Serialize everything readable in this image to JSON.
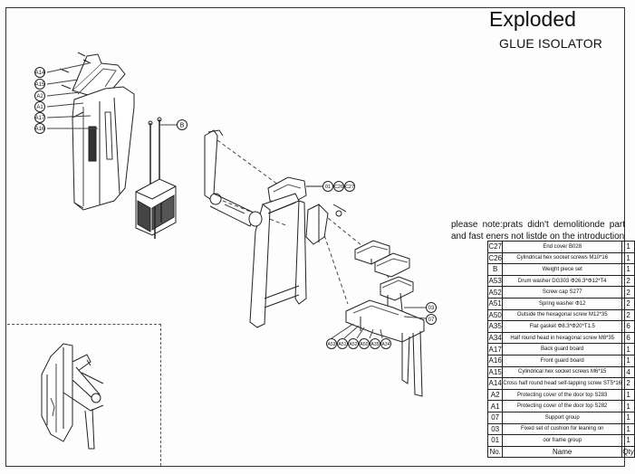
{
  "title": "Exploded",
  "subtitle": "GLUE ISOLATOR",
  "note": "please note:prats didn't demolitionde part and fast eners not listde on the introduction",
  "callouts_left": [
    "A14",
    "A15",
    "A2",
    "A1",
    "A17",
    "A16"
  ],
  "callout_weight": "B",
  "callouts_top": [
    "01",
    "C26",
    "C27"
  ],
  "callouts_right": [
    "03",
    "07"
  ],
  "callouts_bottom": [
    "A53",
    "A51",
    "A52",
    "A50",
    "A35",
    "A34"
  ],
  "parts_table": {
    "rows": [
      {
        "no": "C27",
        "name": "End cover B028",
        "qty": "1"
      },
      {
        "no": "C26",
        "name": "Cylindrical hex socket screws M10*16",
        "qty": "1"
      },
      {
        "no": "B",
        "name": "Weight piece set",
        "qty": "1"
      },
      {
        "no": "A53",
        "name": "Drum washer DG303 Φ26.3*Φ12*T4",
        "qty": "2"
      },
      {
        "no": "A52",
        "name": "Screw cap S277",
        "qty": "2"
      },
      {
        "no": "A51",
        "name": "Spring washer Φ12",
        "qty": "2"
      },
      {
        "no": "A50",
        "name": "Outside the hexagonal screw M12*35",
        "qty": "2"
      },
      {
        "no": "A35",
        "name": "Flat gasket Φ8.3*Φ20*T1.5",
        "qty": "6"
      },
      {
        "no": "A34",
        "name": "Half round head in hexagonal screw M8*35",
        "qty": "6"
      },
      {
        "no": "A17",
        "name": "Back guard board",
        "qty": "1"
      },
      {
        "no": "A16",
        "name": "Front guard board",
        "qty": "1"
      },
      {
        "no": "A15",
        "name": "Cylindrical hex socket screws M6*15",
        "qty": "4"
      },
      {
        "no": "A14",
        "name": "Cross half round head self-tapping screw ST5*16",
        "qty": "2"
      },
      {
        "no": "A2",
        "name": "Protecting cover of the door top S283",
        "qty": "1"
      },
      {
        "no": "A1",
        "name": "Protecting cover of the door top S282",
        "qty": "1"
      },
      {
        "no": "07",
        "name": "Support group",
        "qty": "1"
      },
      {
        "no": "03",
        "name": "Fixed set of cushion for leaning on",
        "qty": "1"
      },
      {
        "no": "01",
        "name": "oor frame group",
        "qty": "1"
      }
    ],
    "header": {
      "no": "No.",
      "name": "Name",
      "qty": "Qty"
    }
  }
}
